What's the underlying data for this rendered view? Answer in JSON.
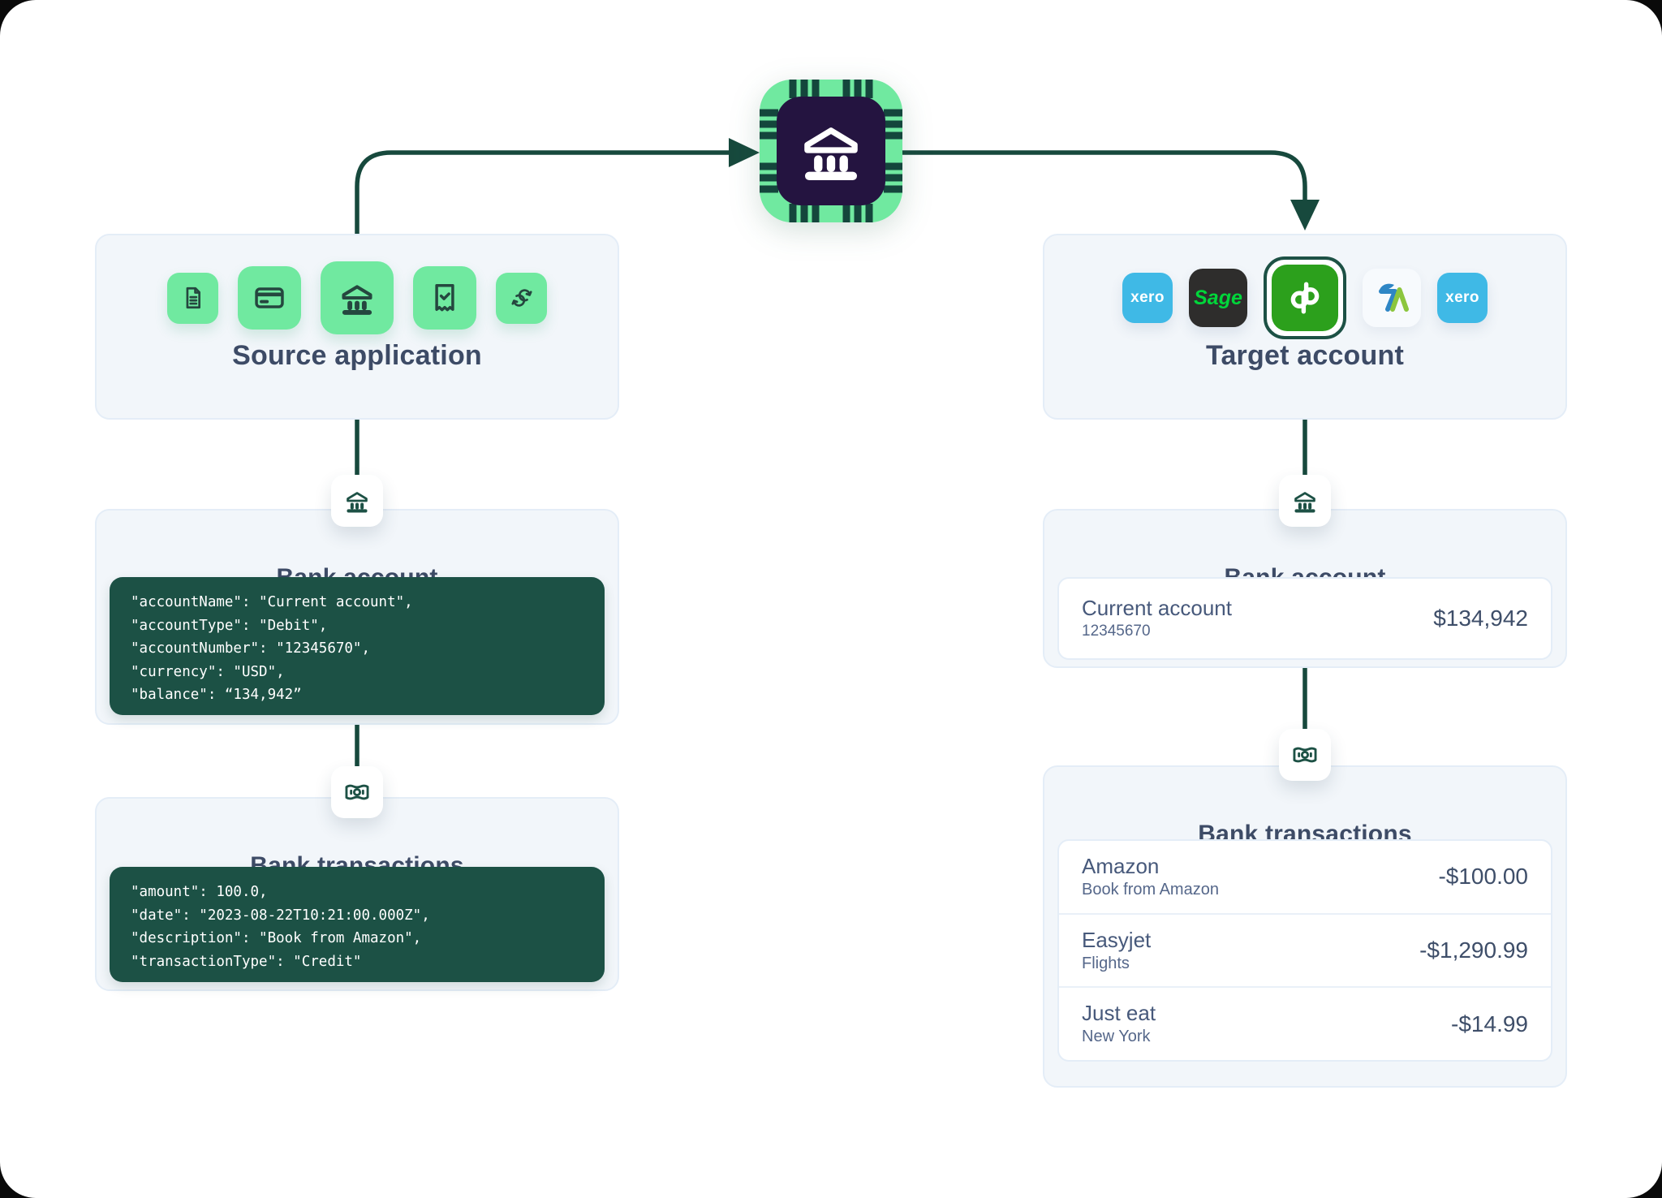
{
  "colors": {
    "accent_green": "#70E9A0",
    "deep_green_code": "#1C5145",
    "arrow_green": "#17493D",
    "chip_navy": "#241440",
    "heading_slate": "#3D4B66",
    "panel_bg": "#F2F6FA",
    "xero_blue": "#3FB9E6",
    "sage_dark": "#2E2D2C",
    "sage_green": "#00D63A",
    "quickbooks_green": "#2CA01C",
    "freeagent_blue": "#2E86C5",
    "freeagent_green": "#8CC63E"
  },
  "hub": {
    "icon": "bank-chip-icon"
  },
  "source_panel": {
    "title": "Source application",
    "icons": [
      "document-icon",
      "credit-card-icon",
      "bank-icon",
      "receipt-check-icon",
      "sync-icon"
    ],
    "highlighted_icon": "bank-icon"
  },
  "target_panel": {
    "title": "Target account",
    "apps": [
      {
        "name": "xero",
        "label": "xero"
      },
      {
        "name": "sage",
        "label": "Sage"
      },
      {
        "name": "quickbooks",
        "label": "qb",
        "selected": true
      },
      {
        "name": "freeagent",
        "label": ""
      },
      {
        "name": "xero",
        "label": "xero"
      }
    ]
  },
  "source_bank_account": {
    "title": "Bank account",
    "code_lines": [
      "\"accountName\": \"Current account\",",
      "\"accountType\": \"Debit\",",
      "\"accountNumber\": \"12345670\",",
      "\"currency\": \"USD\",",
      "\"balance\": “134,942”"
    ]
  },
  "source_bank_transactions": {
    "title": "Bank transactions",
    "code_lines": [
      "\"amount\": 100.0,",
      "\"date\": \"2023-08-22T10:21:00.000Z\",",
      "\"description\": \"Book from Amazon\",",
      "\"transactionType\": \"Credit\""
    ]
  },
  "target_bank_account": {
    "title": "Bank account",
    "account_name": "Current account",
    "account_number": "12345670",
    "balance": "$134,942"
  },
  "target_bank_transactions": {
    "title": "Bank transactions",
    "rows": [
      {
        "name": "Amazon",
        "description": "Book from Amazon",
        "amount": "-$100.00"
      },
      {
        "name": "Easyjet",
        "description": "Flights",
        "amount": "-$1,290.99"
      },
      {
        "name": "Just eat",
        "description": "New York",
        "amount": "-$14.99"
      }
    ]
  }
}
